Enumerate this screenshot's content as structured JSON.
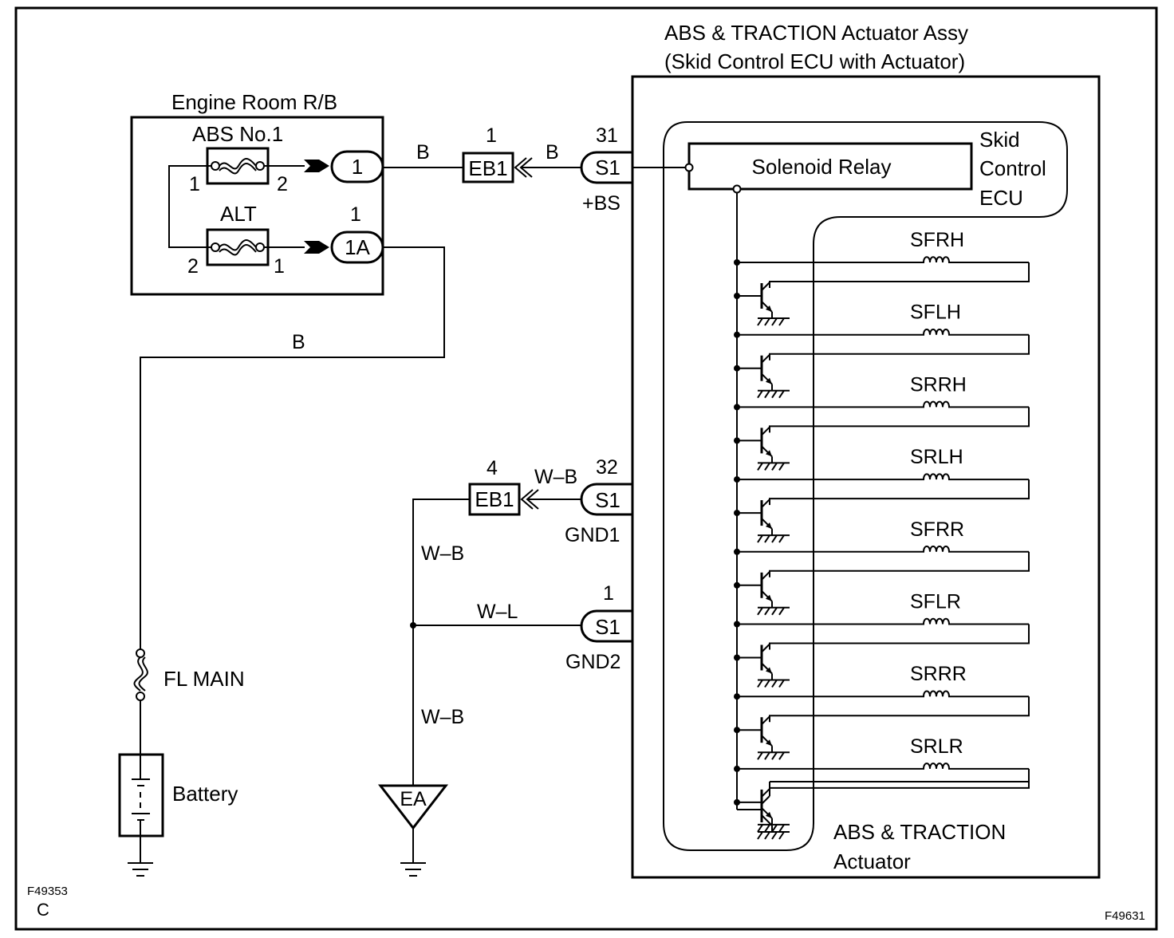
{
  "diagram": {
    "title_line1": "ABS & TRACTION Actuator Assy",
    "title_line2": "(Skid Control ECU with Actuator)",
    "engine_room_rb": "Engine Room R/B",
    "fuse_abs": "ABS No.1",
    "fuse_alt": "ALT",
    "abs_pin_left": "1",
    "abs_pin_right": "2",
    "alt_pin_left": "2",
    "alt_pin_right": "1",
    "conn_1_label": "1",
    "conn_1a_label": "1A",
    "conn_1a_pin": "1",
    "wire_b_top": "B",
    "wire_b_mid": "B",
    "wire_b_long": "B",
    "eb1_top_label": "EB1",
    "eb1_top_pin": "1",
    "eb1_bottom_label": "EB1",
    "eb1_bottom_pin": "4",
    "s1_top_label": "S1",
    "s1_top_pin": "31",
    "s1_top_signal": "+BS",
    "s1_mid_label": "S1",
    "s1_mid_pin": "32",
    "s1_mid_signal": "GND1",
    "s1_bottom_label": "S1",
    "s1_bottom_pin": "1",
    "s1_bottom_signal": "GND2",
    "wire_wb_top": "W–B",
    "wire_wb_vertical_upper": "W–B",
    "wire_wl": "W–L",
    "wire_wb_vertical_lower": "W–B",
    "ground_ea": "EA",
    "fl_main": "FL MAIN",
    "battery": "Battery",
    "solenoid_relay": "Solenoid Relay",
    "ecu_line1": "Skid",
    "ecu_line2": "Control",
    "ecu_line3": "ECU",
    "actuator_line1": "ABS & TRACTION",
    "actuator_line2": "Actuator",
    "solenoids": [
      "SFRH",
      "SFLH",
      "SRRH",
      "SRLH",
      "SFRR",
      "SFLR",
      "SRRR",
      "SRLR"
    ],
    "code_left": "F49353",
    "code_left_letter": "C",
    "code_right": "F49631"
  }
}
